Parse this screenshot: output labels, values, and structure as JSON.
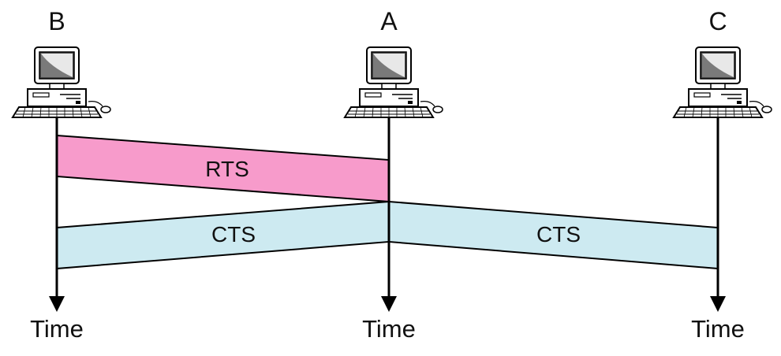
{
  "nodes": [
    {
      "id": "B",
      "label": "B",
      "time_label": "Time"
    },
    {
      "id": "A",
      "label": "A",
      "time_label": "Time"
    },
    {
      "id": "C",
      "label": "C",
      "time_label": "Time"
    }
  ],
  "messages": [
    {
      "label": "RTS",
      "from": "B",
      "to": "A",
      "color": "#f79bcb"
    },
    {
      "label": "CTS",
      "from": "A",
      "to": "B",
      "color": "#cdeaf1"
    },
    {
      "label": "CTS",
      "from": "A",
      "to": "C",
      "color": "#cdeaf1"
    }
  ],
  "icons": {
    "node": "desktop-computer-icon",
    "arrow": "arrow-down-icon"
  },
  "colors": {
    "line": "#000000",
    "rts": "#f79bcb",
    "cts": "#cdeaf1"
  }
}
